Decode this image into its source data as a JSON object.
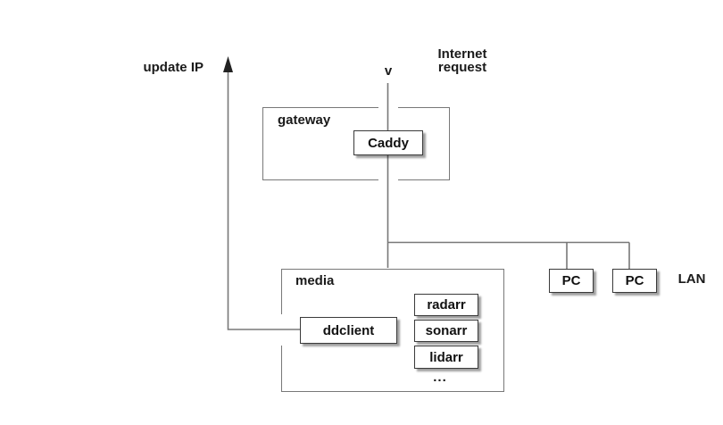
{
  "diagram": {
    "labels": {
      "update_ip": "update IP",
      "down_marker": "v",
      "internet_line1": "Internet",
      "internet_line2": "request",
      "lan": "LAN",
      "more": "..."
    },
    "containers": {
      "gateway": "gateway",
      "media": "media"
    },
    "nodes": {
      "caddy": "Caddy",
      "ddclient": "ddclient",
      "radarr": "radarr",
      "sonarr": "sonarr",
      "lidarr": "lidarr",
      "pc1": "PC",
      "pc2": "PC"
    },
    "colors": {
      "connector_line": "#787878",
      "node_border": "#3a3a3a",
      "container_border": "#787878",
      "arrowhead": "#222222",
      "text": "#1a1a1a",
      "background": "#ffffff"
    }
  }
}
